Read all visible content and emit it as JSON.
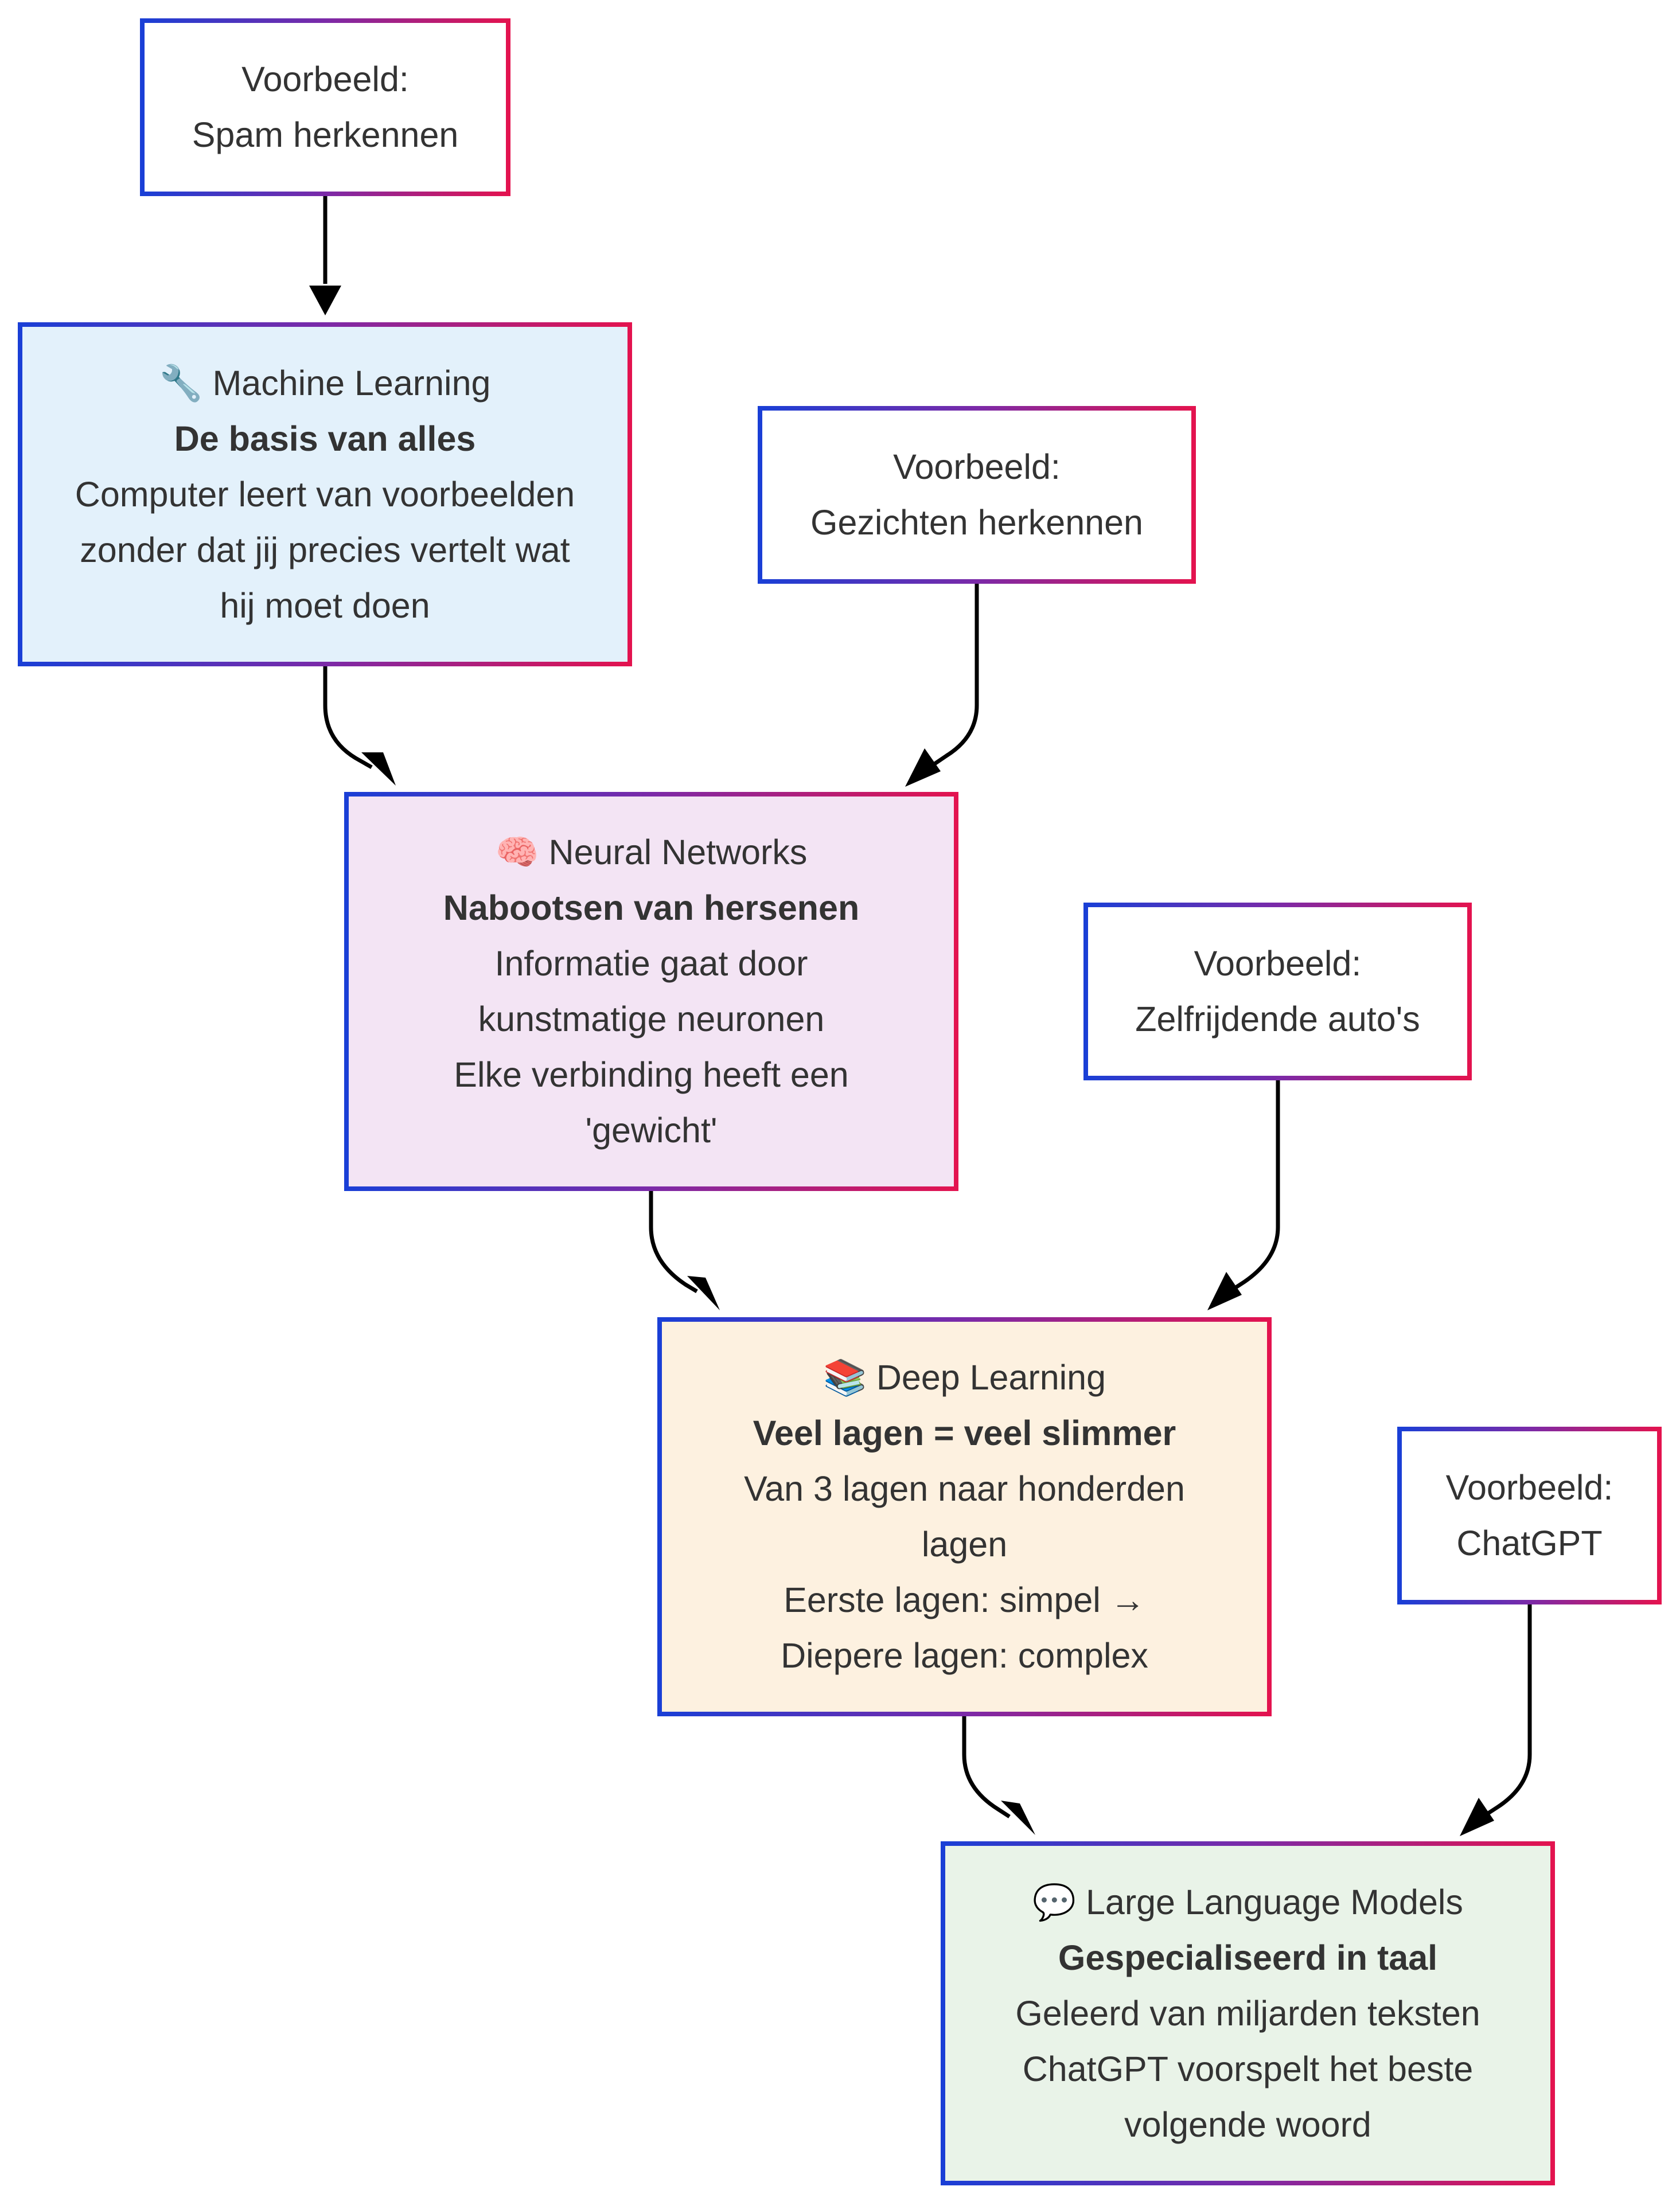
{
  "nodes": {
    "example_spam": {
      "lines": [
        "Voorbeeld:",
        "Spam herkennen"
      ]
    },
    "machine_learning": {
      "icon": "wrench-icon",
      "icon_glyph": "🔧",
      "title": "Machine Learning",
      "subtitle": "De basis van alles",
      "lines": [
        "Computer leert van voorbeelden",
        "zonder dat jij precies vertelt wat",
        "hij moet doen"
      ],
      "fill": "#e3f1fb"
    },
    "example_faces": {
      "lines": [
        "Voorbeeld:",
        "Gezichten herkennen"
      ]
    },
    "neural_networks": {
      "icon": "brain-icon",
      "icon_glyph": "🧠",
      "title": "Neural Networks",
      "subtitle": "Nabootsen van hersenen",
      "lines": [
        "Informatie gaat door",
        "kunstmatige neuronen",
        "Elke verbinding heeft een",
        "'gewicht'"
      ],
      "fill": "#f3e4f4"
    },
    "example_cars": {
      "lines": [
        "Voorbeeld:",
        "Zelfrijdende auto's"
      ]
    },
    "deep_learning": {
      "icon": "books-icon",
      "icon_glyph": "📚",
      "title": "Deep Learning",
      "subtitle": "Veel lagen = veel slimmer",
      "lines": [
        "Van 3 lagen naar honderden",
        "lagen",
        "Eerste lagen: simpel →",
        "Diepere lagen: complex"
      ],
      "fill": "#fdf1e0"
    },
    "example_chatgpt": {
      "lines": [
        "Voorbeeld:",
        "ChatGPT"
      ]
    },
    "llm": {
      "icon": "speech-bubble-icon",
      "icon_glyph": "💬",
      "title": "Large Language Models",
      "subtitle": "Gespecialiseerd in taal",
      "lines": [
        "Geleerd van miljarden teksten",
        "ChatGPT voorspelt het beste",
        "volgende woord"
      ],
      "fill": "#e9f3e8"
    }
  },
  "colors": {
    "border_start": "#1a3fd6",
    "border_mid": "#7b2aa8",
    "border_end": "#e3134f",
    "edge": "#000000",
    "text": "#333333",
    "example_fill": "#ffffff"
  }
}
